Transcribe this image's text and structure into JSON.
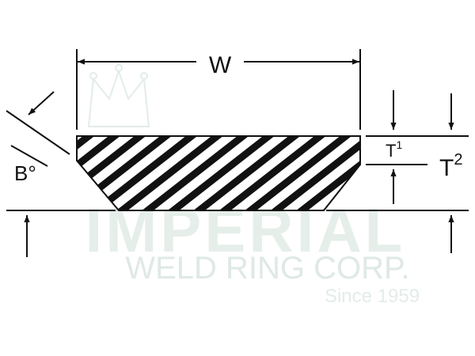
{
  "labels": {
    "width": "W",
    "bevel": "B°",
    "t1_base": "T",
    "t1_sup": "1",
    "t2_base": "T",
    "t2_sup": "2"
  },
  "watermark": {
    "line1": "IMPERIAL",
    "line2": "WELD RING CORP.",
    "line3": "Since 1959"
  },
  "colors": {
    "ink": "#111111",
    "watermark": "#e6eeea"
  }
}
